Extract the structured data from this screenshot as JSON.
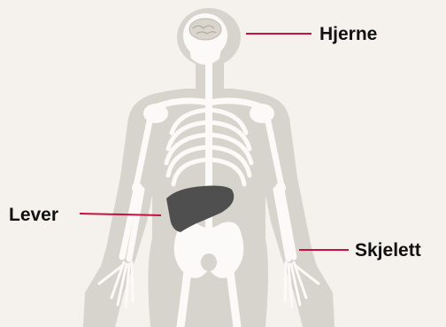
{
  "labels": {
    "brain": "Hjerne",
    "liver": "Lever",
    "skeleton": "Skjelett"
  },
  "colors": {
    "background": "#f5f2ed",
    "silhouette": "#d7d3cd",
    "bone": "#fbfaf8",
    "liver": "#4f4f4f",
    "leader_line": "#c8103c",
    "text": "#111111"
  }
}
